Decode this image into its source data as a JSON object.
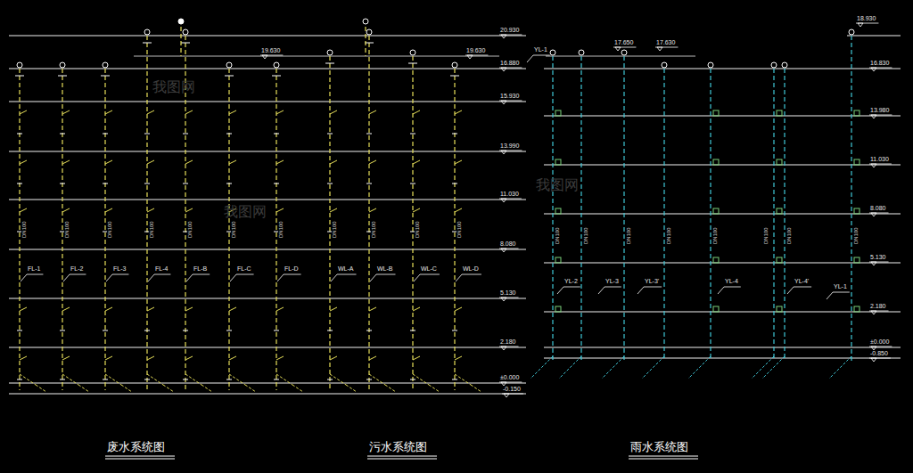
{
  "diagram": {
    "labels": [
      "20.930",
      "19.630",
      "19.630",
      "16.880",
      "15.930",
      "13.990",
      "11.030",
      "8.080",
      "5.130",
      "2.180",
      "±0.000",
      "-0.150",
      "FL-1",
      "FL-2",
      "FL-3",
      "FL-4",
      "FL-B",
      "FL-C",
      "FL-D",
      "WL-A",
      "WL-B",
      "WL-C",
      "WL-D",
      "DN100",
      "DN100",
      "DN100",
      "DN100",
      "DN100",
      "DN100",
      "DN100",
      "DN100",
      "DN100",
      "DN100",
      "DN100",
      "18.930",
      "17.650",
      "17.630",
      "16.830",
      "13.980",
      "11.030",
      "8.080",
      "5.130",
      "2.180",
      "±0.000",
      "-0.850",
      "YL-1",
      "YL-2",
      "YL-3",
      "YL-3'",
      "YL-4",
      "YL-4'",
      "YL-1",
      "DN100",
      "DN100",
      "DN100",
      "DN100",
      "DN100",
      "DN100",
      "DN100",
      "DN100",
      "废水系统图",
      "污水系统图",
      "雨水系统图",
      "我图网",
      "我图网",
      "我图网"
    ]
  }
}
